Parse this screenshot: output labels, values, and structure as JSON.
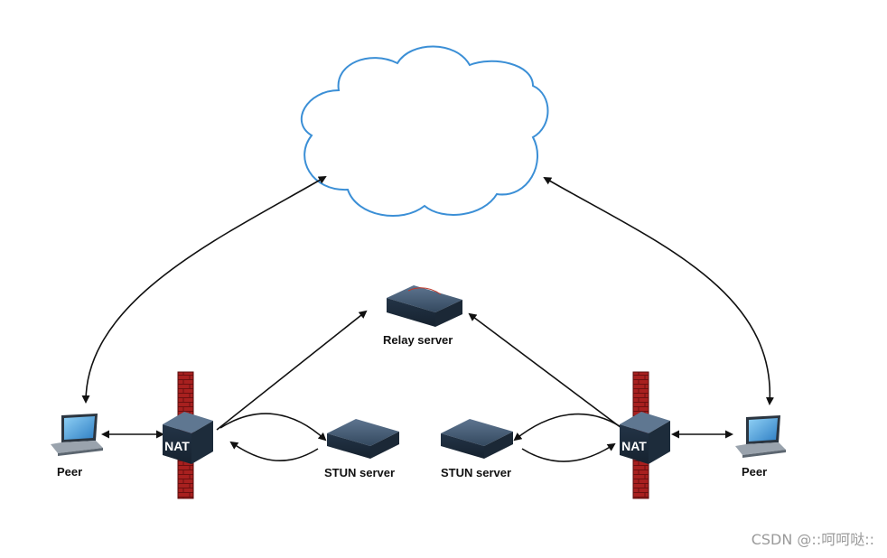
{
  "nodes": {
    "relay_server": "Relay server",
    "stun_left": "STUN server",
    "stun_right": "STUN server",
    "peer_left": "Peer",
    "peer_right": "Peer",
    "nat_left": "NAT",
    "nat_right": "NAT"
  },
  "watermark": "CSDN @::呵呵哒::",
  "colors": {
    "cloud_stroke": "#3b8fd6",
    "firewall": "#a8201f",
    "device": "#2b3f55",
    "arrow": "#111111"
  }
}
